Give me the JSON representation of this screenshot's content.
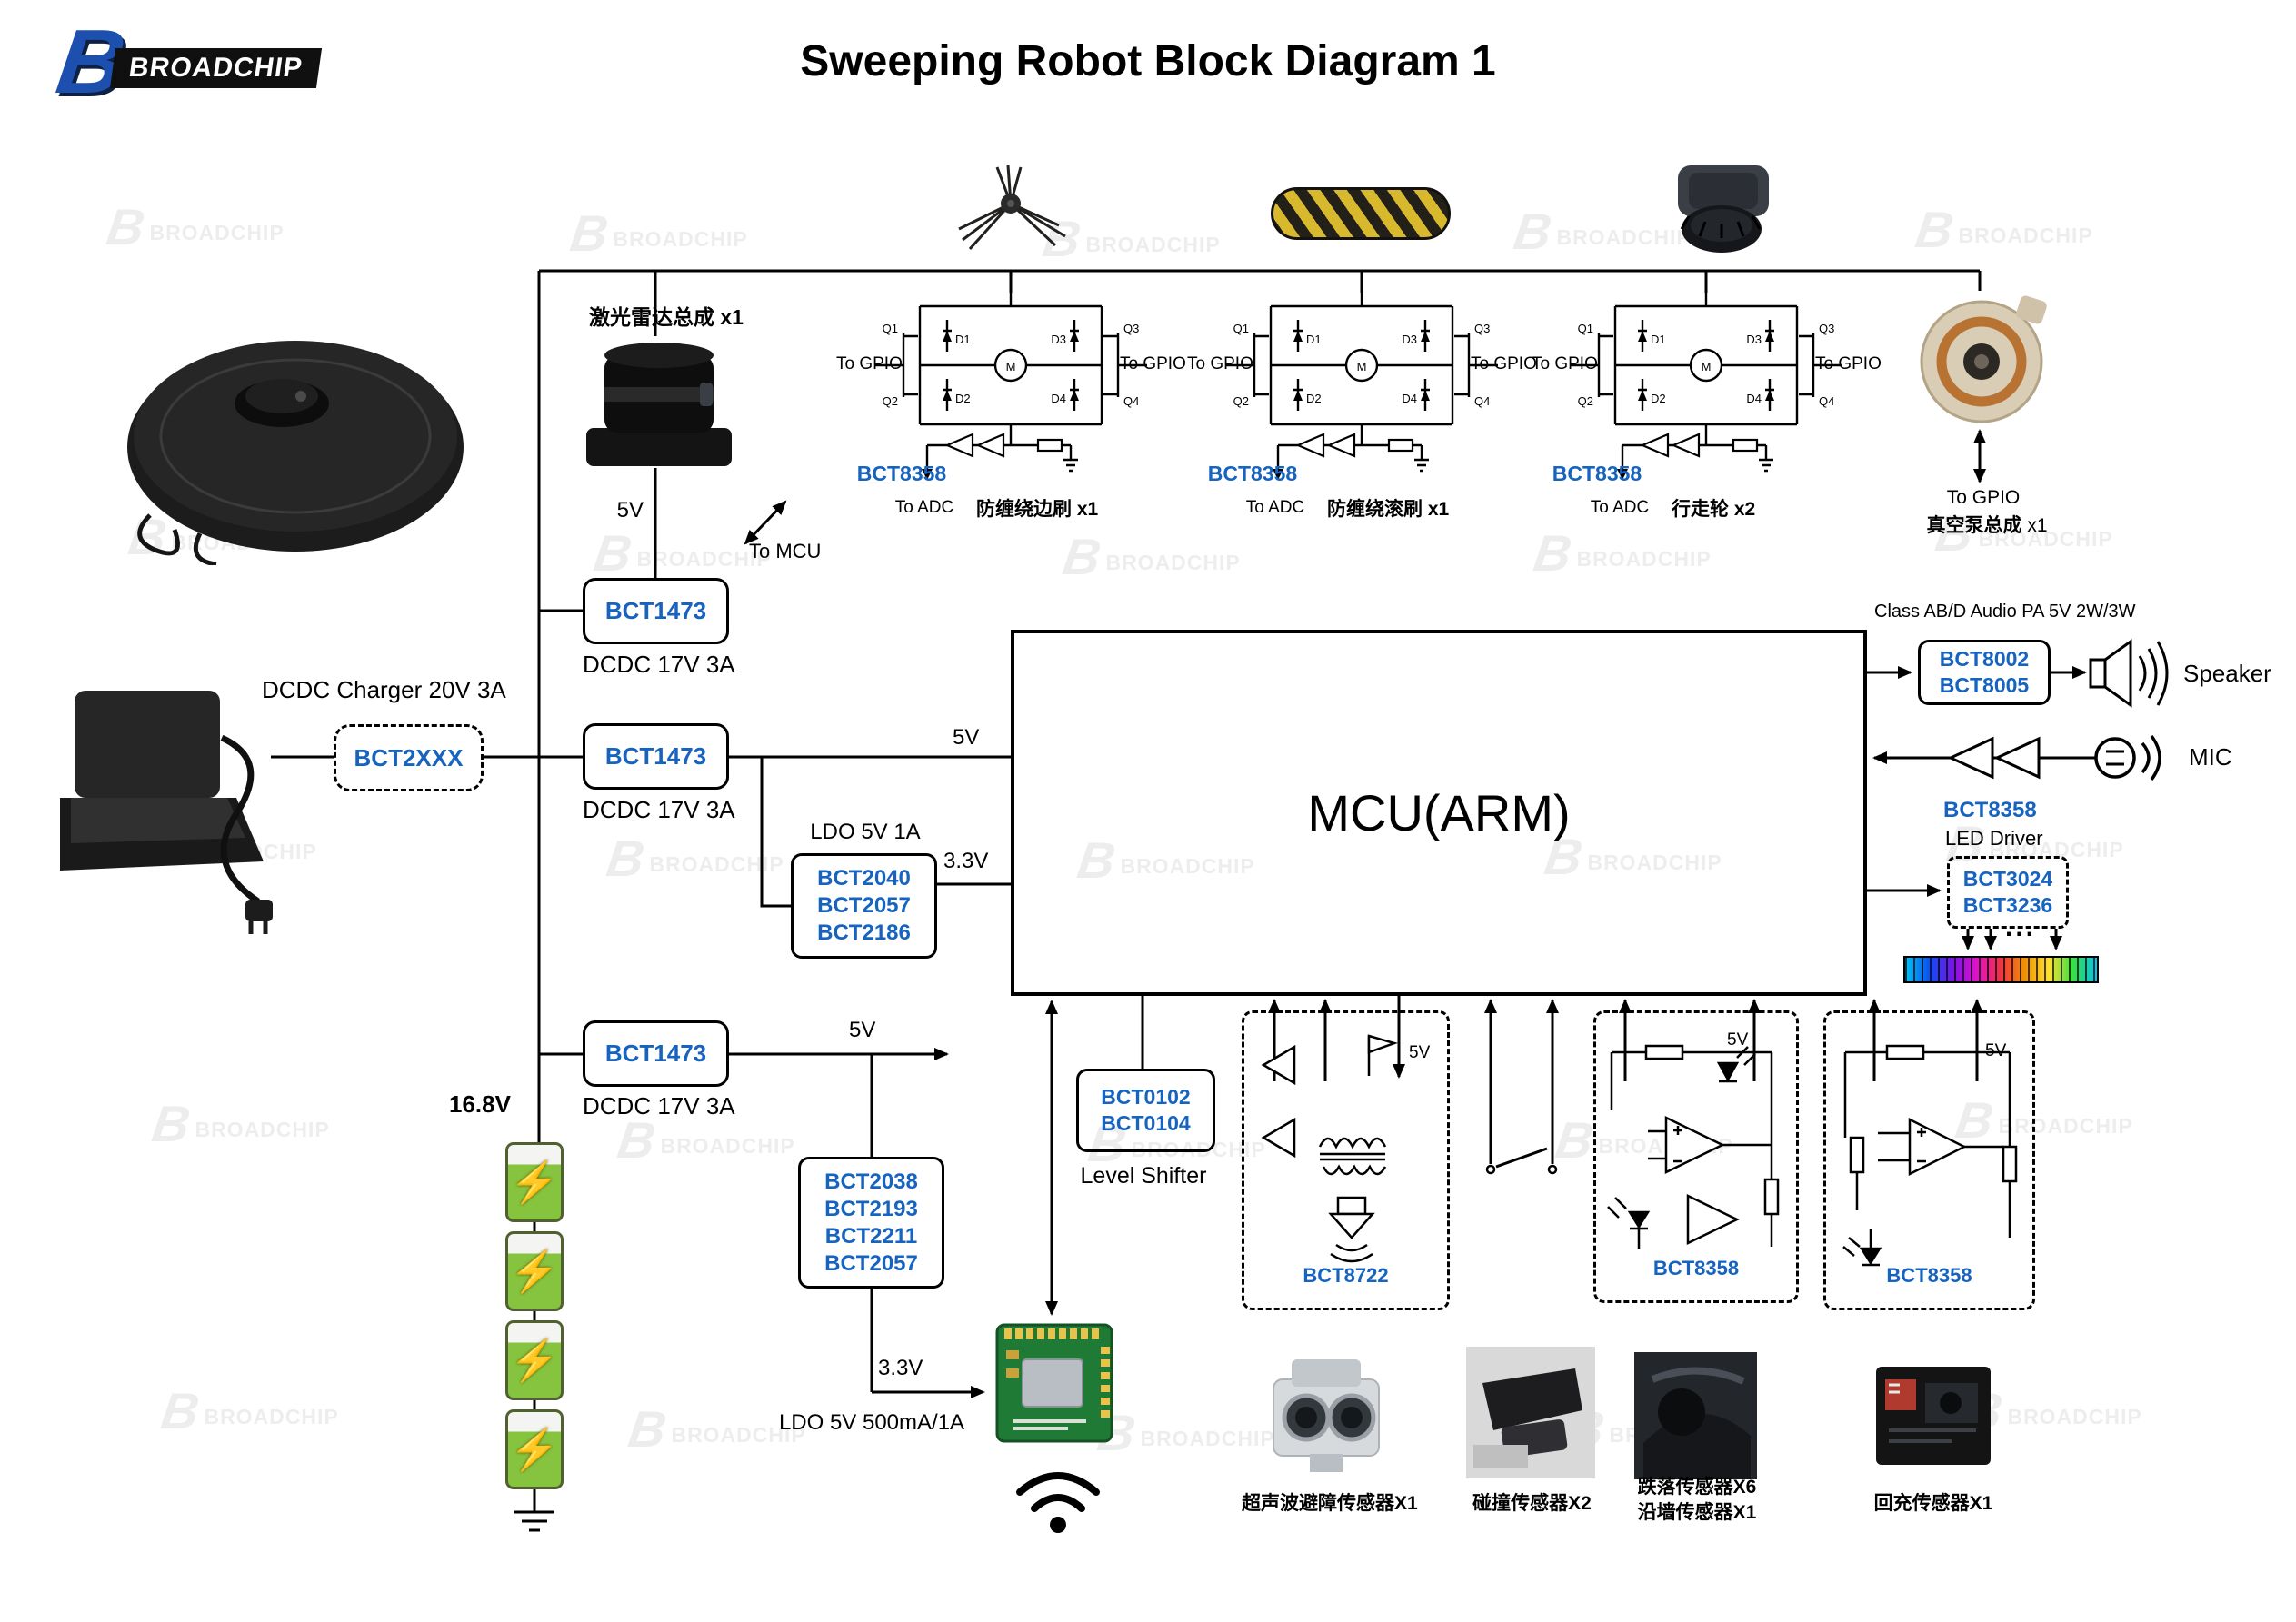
{
  "title": "Sweeping Robot Block Diagram 1",
  "brand": "BROADCHIP",
  "brand_initial": "B",
  "watermark": "BROADCHIP",
  "lidar": {
    "name": "激光雷达总成",
    "qty": "x1",
    "rail": "5V",
    "to_mcu": "To MCU"
  },
  "charger": {
    "caption": "DCDC Charger 20V 3A",
    "chip": "BCT2XXX"
  },
  "dcdc1": {
    "chip": "BCT1473",
    "caption": "DCDC 17V 3A"
  },
  "dcdc2": {
    "chip": "BCT1473",
    "caption": "DCDC 17V 3A",
    "out": "5V"
  },
  "dcdc3": {
    "chip": "BCT1473",
    "caption": "DCDC 17V 3A",
    "out": "5V"
  },
  "ldo1": {
    "caption": "LDO 5V 1A",
    "chips": [
      "BCT2040",
      "BCT2057",
      "BCT2186"
    ],
    "out": "3.3V"
  },
  "ldo2": {
    "caption": "LDO  5V 500mA/1A",
    "chips": [
      "BCT2038",
      "BCT2193",
      "BCT2211",
      "BCT2057"
    ],
    "out": "3.3V"
  },
  "battery": {
    "voltage": "16.8V"
  },
  "mcu": {
    "label": "MCU(ARM)"
  },
  "hbridge": {
    "q1": "Q1",
    "q2": "Q2",
    "q3": "Q3",
    "q4": "Q4",
    "d1": "D1",
    "d2": "D2",
    "d3": "D3",
    "d4": "D4",
    "m": "M"
  },
  "drivers": [
    {
      "gpio_left": "To GPIO",
      "gpio_right": "To GPIO",
      "chip": "BCT8358",
      "adc": "To ADC",
      "load": "防缠绕边刷",
      "qty": "x1"
    },
    {
      "gpio_left": "To GPIO",
      "gpio_right": "To GPIO",
      "chip": "BCT8358",
      "adc": "To ADC",
      "load": "防缠绕滚刷",
      "qty": "x1"
    },
    {
      "gpio_left": "To GPIO",
      "gpio_right": "To GPIO",
      "chip": "BCT8358",
      "adc": "To ADC",
      "load": "行走轮",
      "qty": "x2"
    }
  ],
  "pump": {
    "gpio": "To GPIO",
    "name": "真空泵总成",
    "qty": "x1"
  },
  "audio": {
    "caption": "Class  AB/D Audio PA 5V 2W/3W",
    "chips": [
      "BCT8002",
      "BCT8005"
    ],
    "speaker": "Speaker",
    "mic": "MIC"
  },
  "led": {
    "chip": "BCT8358",
    "caption": "LED Driver",
    "driver_chips": [
      "BCT3024",
      "BCT3236"
    ],
    "dots": "..."
  },
  "level_shifter": {
    "chips": [
      "BCT0102",
      "BCT0104"
    ],
    "caption": "Level Shifter"
  },
  "front_end": {
    "ultrasonic_chip": "BCT8722",
    "ultrasonic_5v": "5V",
    "drop_chip": "BCT8358",
    "drop_5v": "5V",
    "recharge_chip": "BCT8358",
    "recharge_5v": "5V"
  },
  "sensors": {
    "ultrasonic": "超声波避障传感器X1",
    "collision": "碰撞传感器X2",
    "drop": "跌落传感器X6",
    "wall": "沿墙传感器X1",
    "recharge": "回充传感器X1"
  }
}
